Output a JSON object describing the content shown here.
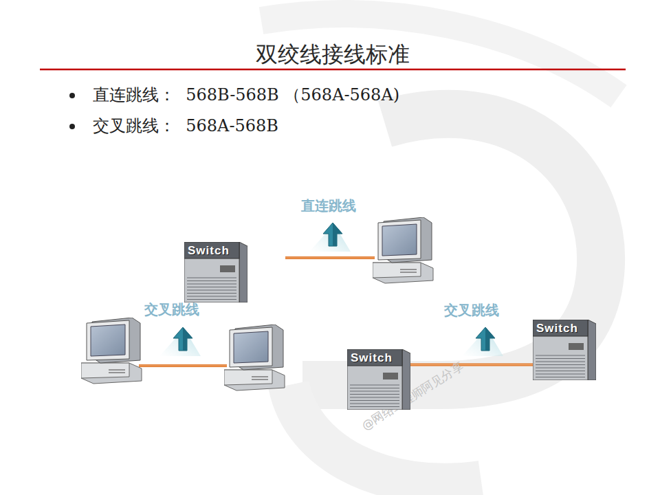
{
  "diagram": {
    "title": "双绞线接线标准",
    "nodes": [
      {
        "text": [
          "Switch"
        ]
      },
      {
        "text": [
          "Switch"
        ]
      },
      {
        "text": [
          "Switch"
        ]
      }
    ],
    "edges": [
      {
        "from": 1,
        "to": 2,
        "arrow": "none",
        "label": "交叉跳线"
      }
    ],
    "labels": [
      "直连跳线：  568B-568B （568A-568A)",
      "交叉跳线：  568A-568B",
      "直连跳线",
      "交叉跳线",
      "@网络工程师阿见分享"
    ]
  }
}
